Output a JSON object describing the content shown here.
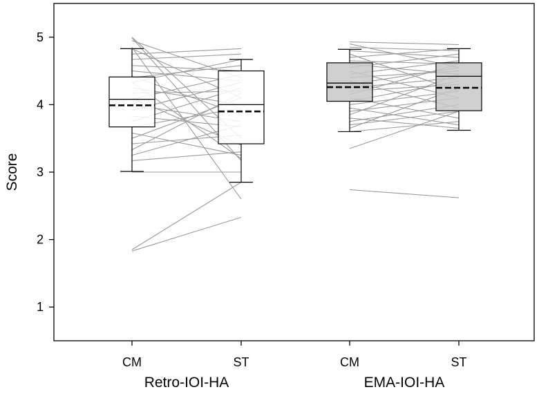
{
  "chart_data": {
    "type": "box",
    "ylabel": "Score",
    "ylim": [
      0.5,
      5.5
    ],
    "yticks": [
      1,
      2,
      3,
      4,
      5
    ],
    "grid": false,
    "groups": [
      {
        "label": "Retro-IOI-HA",
        "fill": "#ffffff",
        "conditions": [
          {
            "label": "CM",
            "min": 3.01,
            "q1": 3.67,
            "median": 4.08,
            "mean": 3.99,
            "q3": 4.41,
            "max": 4.83
          },
          {
            "label": "ST",
            "min": 2.85,
            "q1": 3.42,
            "median": 4.0,
            "mean": 3.9,
            "q3": 4.5,
            "max": 4.67
          }
        ],
        "pairs": [
          [
            5.0,
            3.5
          ],
          [
            4.99,
            3.17
          ],
          [
            4.95,
            4.4
          ],
          [
            4.85,
            2.6
          ],
          [
            4.83,
            4.1
          ],
          [
            4.75,
            4.83
          ],
          [
            4.67,
            4.75
          ],
          [
            4.58,
            4.5
          ],
          [
            4.5,
            4.35
          ],
          [
            4.42,
            3.85
          ],
          [
            4.4,
            4.58
          ],
          [
            4.33,
            3.2
          ],
          [
            4.33,
            4.67
          ],
          [
            4.25,
            4.0
          ],
          [
            4.17,
            4.2
          ],
          [
            4.1,
            3.4
          ],
          [
            4.08,
            4.45
          ],
          [
            4.0,
            3.75
          ],
          [
            3.92,
            4.33
          ],
          [
            3.83,
            3.67
          ],
          [
            3.75,
            4.25
          ],
          [
            3.67,
            3.95
          ],
          [
            3.58,
            3.25
          ],
          [
            3.5,
            4.1
          ],
          [
            3.42,
            3.55
          ],
          [
            3.33,
            4.17
          ],
          [
            3.25,
            3.7
          ],
          [
            3.17,
            3.3
          ],
          [
            3.0,
            3.0
          ],
          [
            1.85,
            2.85
          ],
          [
            1.83,
            2.33
          ]
        ]
      },
      {
        "label": "EMA-IOI-HA",
        "fill": "#c8c8c8",
        "conditions": [
          {
            "label": "CM",
            "min": 3.6,
            "q1": 4.05,
            "median": 4.32,
            "mean": 4.26,
            "q3": 4.62,
            "max": 4.82
          },
          {
            "label": "ST",
            "min": 3.62,
            "q1": 3.91,
            "median": 4.42,
            "mean": 4.25,
            "q3": 4.62,
            "max": 4.83
          }
        ],
        "pairs": [
          [
            4.93,
            4.89
          ],
          [
            4.9,
            4.55
          ],
          [
            4.85,
            4.8
          ],
          [
            4.8,
            4.7
          ],
          [
            4.75,
            4.2
          ],
          [
            4.7,
            4.83
          ],
          [
            4.65,
            4.6
          ],
          [
            4.6,
            4.45
          ],
          [
            4.55,
            4.75
          ],
          [
            4.5,
            4.1
          ],
          [
            4.45,
            4.65
          ],
          [
            4.4,
            4.5
          ],
          [
            4.35,
            3.95
          ],
          [
            4.3,
            4.55
          ],
          [
            4.25,
            4.4
          ],
          [
            4.2,
            4.3
          ],
          [
            4.15,
            4.6
          ],
          [
            4.1,
            3.8
          ],
          [
            4.05,
            4.35
          ],
          [
            4.0,
            4.2
          ],
          [
            3.95,
            3.7
          ],
          [
            3.9,
            4.1
          ],
          [
            3.85,
            4.45
          ],
          [
            3.8,
            3.65
          ],
          [
            3.75,
            4.0
          ],
          [
            3.7,
            3.9
          ],
          [
            3.65,
            4.25
          ],
          [
            3.6,
            3.75
          ],
          [
            3.35,
            3.9
          ],
          [
            2.74,
            2.62
          ]
        ]
      }
    ]
  }
}
